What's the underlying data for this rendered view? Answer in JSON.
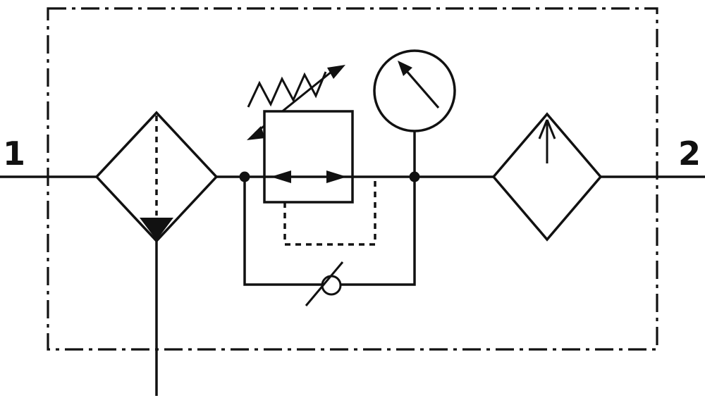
{
  "diagram": {
    "kind": "pneumatic-schematic",
    "ports": {
      "inlet": "1",
      "outlet": "2"
    },
    "components": [
      {
        "id": "enclosure",
        "name": "assembly-boundary-frame"
      },
      {
        "id": "filter-separator",
        "name": "filter-with-water-separator-and-manual-drain"
      },
      {
        "id": "regulator",
        "name": "adjustable-pressure-regulator"
      },
      {
        "id": "gauge",
        "name": "pressure-gauge"
      },
      {
        "id": "check-valve",
        "name": "bypass-check-valve"
      },
      {
        "id": "outlet-filter",
        "name": "outlet-filter-element"
      }
    ],
    "colors": {
      "line": "#111111",
      "background": "#ffffff"
    }
  }
}
